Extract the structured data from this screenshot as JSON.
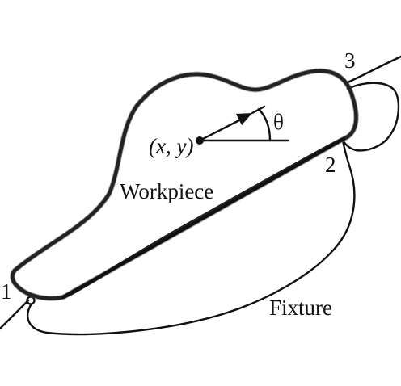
{
  "diagram": {
    "labels": {
      "pose": "(x, y)",
      "angle": "θ",
      "workpiece": "Workpiece",
      "fixture": "Fixture",
      "contact_1": "1",
      "contact_2": "2",
      "contact_3": "3"
    }
  }
}
